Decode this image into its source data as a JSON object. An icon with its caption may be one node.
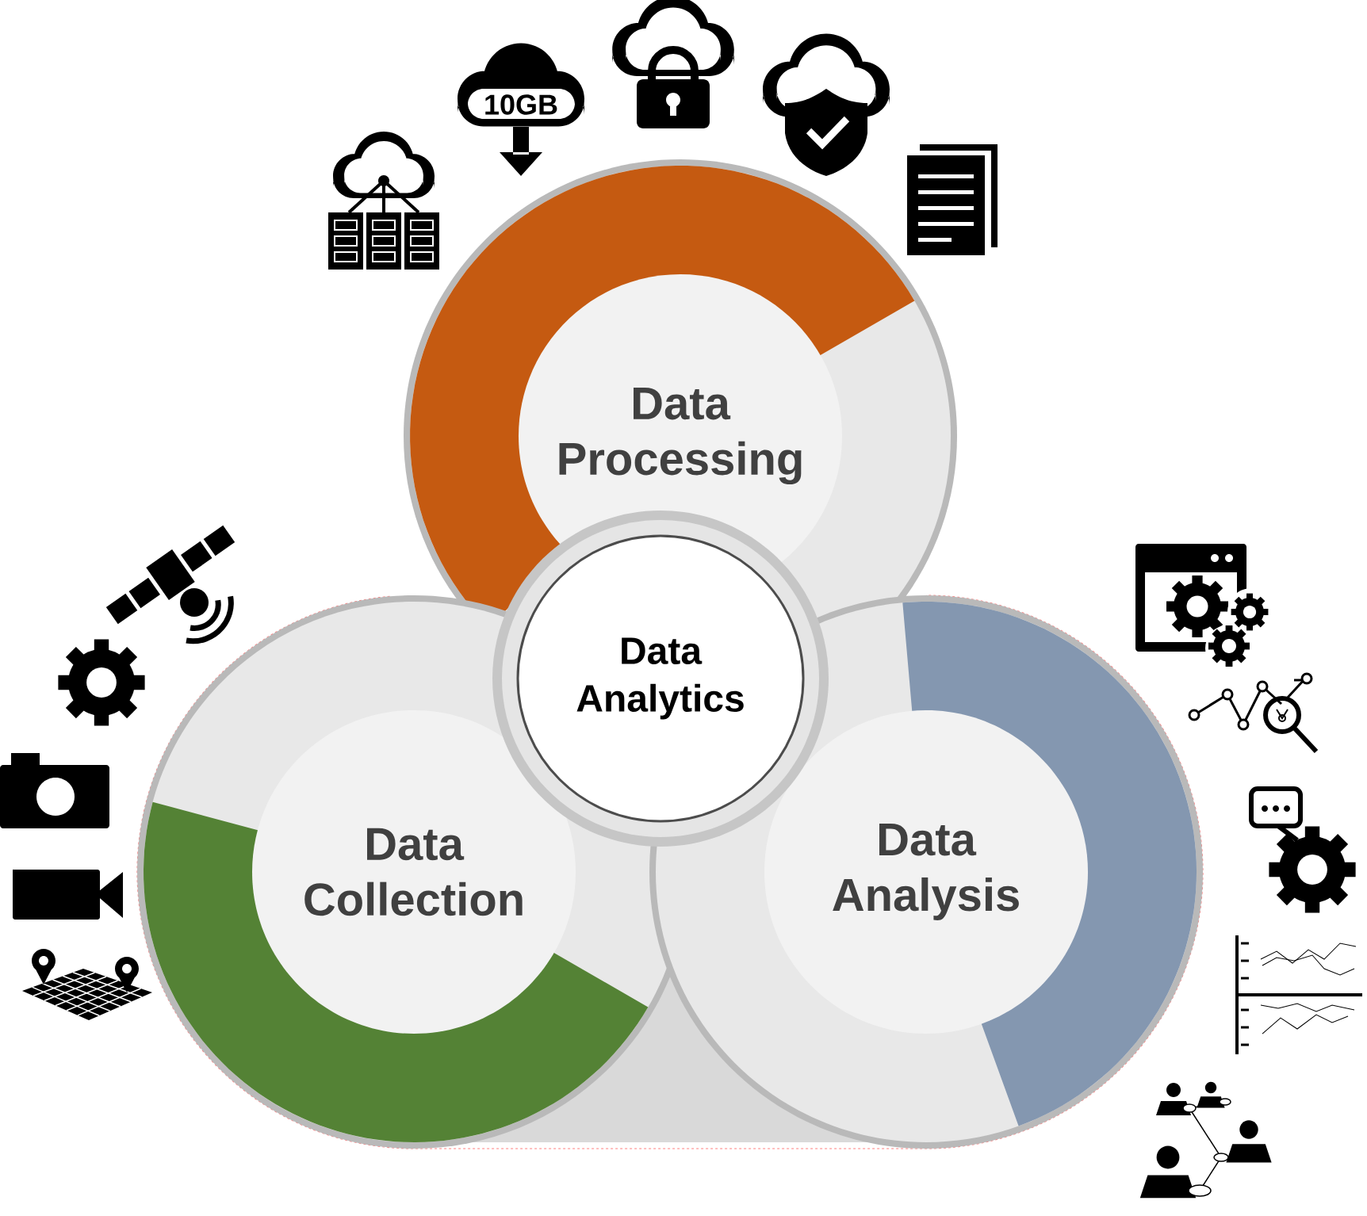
{
  "diagram": {
    "nodes": [
      {
        "text": [
          "Data Processing"
        ]
      },
      {
        "text": [
          "Data Analytics"
        ]
      },
      {
        "text": [
          "Data Collection"
        ]
      },
      {
        "text": [
          "Data Analysis"
        ]
      }
    ],
    "labels": [
      "10GB"
    ]
  }
}
